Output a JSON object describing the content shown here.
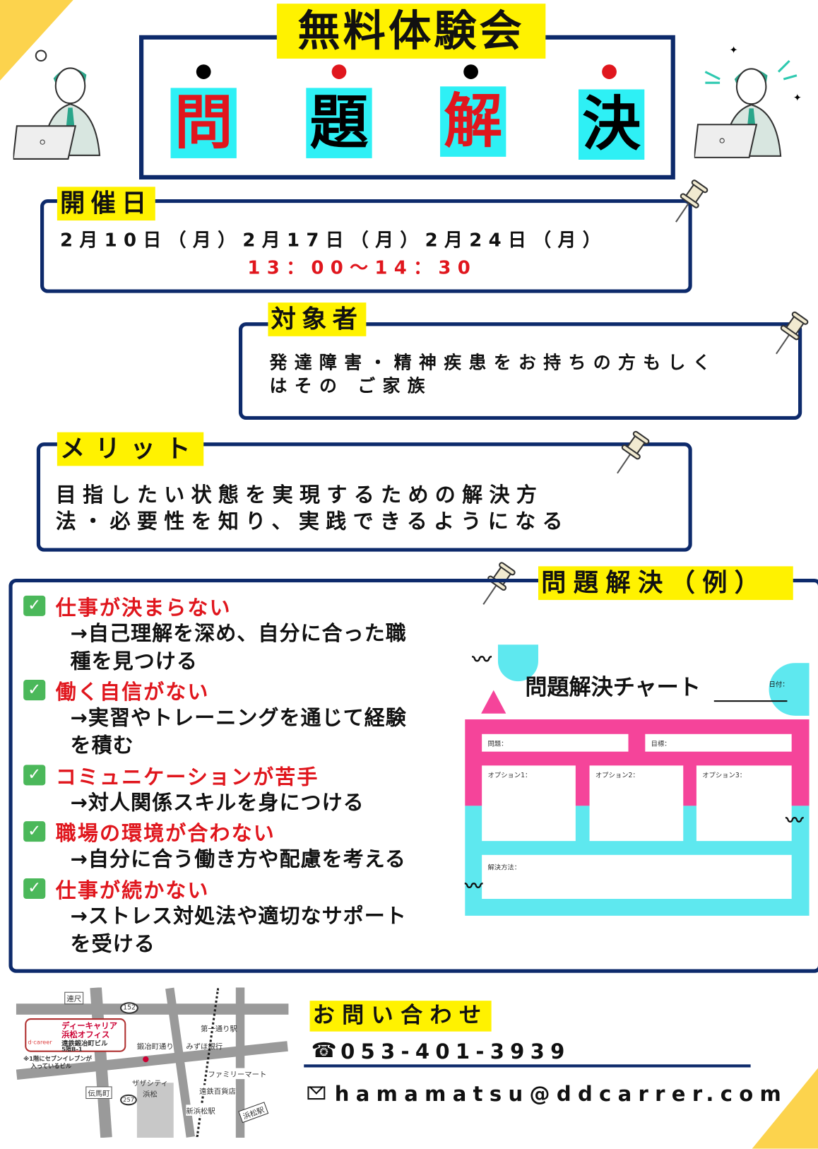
{
  "title": "無料体験会",
  "headline": [
    "問",
    "題",
    "解",
    "決"
  ],
  "colors": {
    "navy": "#0d2a6b",
    "yellow": "#fff200",
    "cyan": "#2ef0f5",
    "red": "#e0161d",
    "pink": "#f5449a",
    "chart_cyan": "#5ee8ef",
    "check": "#4bb85a"
  },
  "schedule": {
    "label": "開催日",
    "dates": "2月10日（月）2月17日（月）2月24日（月）",
    "time": "13：00〜14：30"
  },
  "target": {
    "label": "対象者",
    "lines": [
      "発達障害・精神疾患をお持ちの方もしく",
      "はその ご家族"
    ]
  },
  "merit": {
    "label": "メリット",
    "lines": [
      "目指したい状態を実現するための解決方",
      "法・必要性を知り、実践できるようになる"
    ]
  },
  "examples": {
    "label": "問題解決（例）",
    "items": [
      {
        "problem": "仕事が決まらない",
        "solution": [
          "→自己理解を深め、自分に合った職",
          "種を見つける"
        ]
      },
      {
        "problem": "働く自信がない",
        "solution": [
          "→実習やトレーニングを通じて経験",
          "を積む"
        ]
      },
      {
        "problem": "コミュニケーションが苦手",
        "solution": [
          "→対人関係スキルを身につける"
        ]
      },
      {
        "problem": "職場の環境が合わない",
        "solution": [
          "→自分に合う働き方や配慮を考える"
        ]
      },
      {
        "problem": "仕事が続かない",
        "solution": [
          "→ストレス対処法や適切なサポート",
          "を受ける"
        ]
      }
    ]
  },
  "chart": {
    "title": "問題解決チャート",
    "date": "日付：",
    "problem": "問題：",
    "goal": "目標：",
    "options": [
      "オプション1：",
      "オプション2：",
      "オプション3："
    ],
    "method": "解決方法："
  },
  "contact": {
    "label": "お問い合わせ",
    "phone": "053-401-3939",
    "email": "hamamatsu@ddcarrer.com"
  },
  "map": {
    "office_name": [
      "ディーキャリア",
      "浜松オフィス"
    ],
    "building": "遠鉄鍛冶町ビル",
    "floor": "5階B-1",
    "note": [
      "※1階にセブンイレブンが",
      "入っているビル"
    ],
    "logo": "d·career",
    "labels": {
      "shinmei": "連尺",
      "route": "152",
      "daiichi": "第一通り駅",
      "kajimachi": "鍛冶町通り",
      "mizuho": "みずほ銀行",
      "family": "ファミリーマート",
      "zazacity": "ザザシティ浜松",
      "enmachi": "伝馬町",
      "entetsu": "遠鉄百貨店",
      "shinhamamatsu": "新浜松駅",
      "hamamatsu": "浜松駅",
      "route2": "257"
    }
  }
}
